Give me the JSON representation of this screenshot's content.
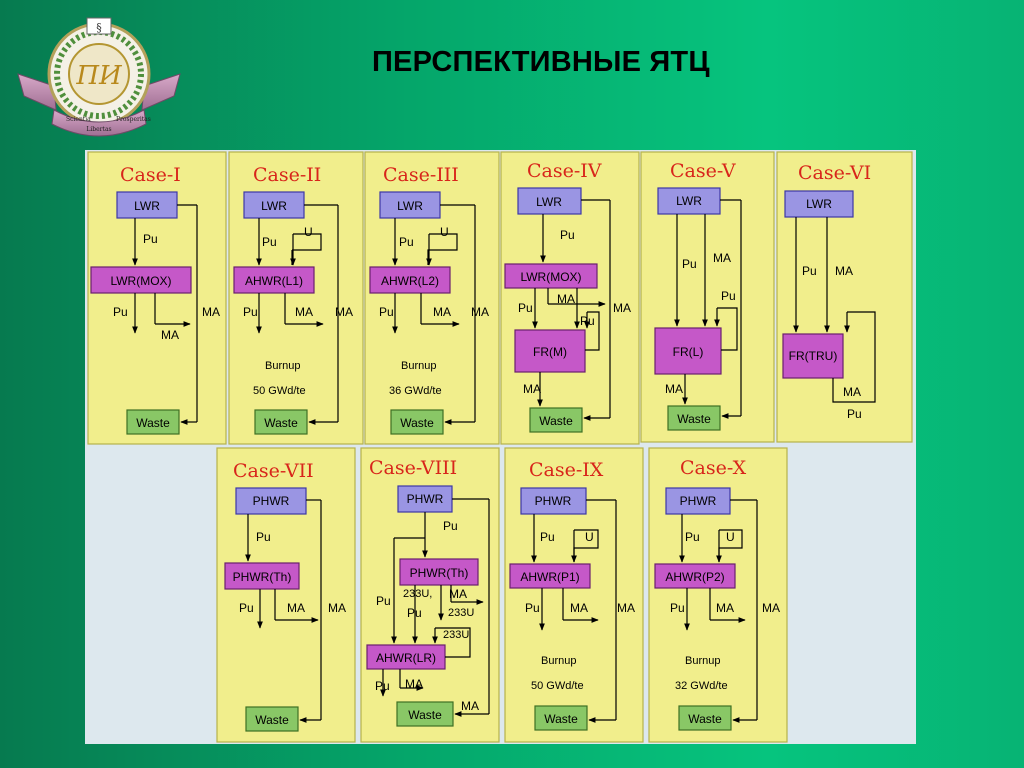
{
  "slide": {
    "title": "ПЕРСПЕКТИВНЫЕ ЯТЦ"
  },
  "logo": {
    "ribbon_left": "Scientia",
    "ribbon_mid": "Libertas",
    "ribbon_right": "Prosperitas",
    "monogram": "ПИ"
  },
  "colors": {
    "panel_fill": "#f1ee8c",
    "blue_box": "#9a95e3",
    "magenta_box": "#c558c8",
    "green_box": "#89c766",
    "title_red": "#d8251b"
  },
  "cases": [
    {
      "title": "Case-I",
      "boxes": [
        "LWR",
        "LWR(MOX)",
        "Waste"
      ],
      "labels": [
        "Pu",
        "Pu",
        "MA",
        "MA"
      ]
    },
    {
      "title": "Case-II",
      "boxes": [
        "LWR",
        "AHWR(L1)",
        "Waste"
      ],
      "labels": [
        "Pu",
        "U",
        "Pu",
        "MA",
        "MA",
        "Burnup",
        "50 GWd/te"
      ]
    },
    {
      "title": "Case-III",
      "boxes": [
        "LWR",
        "AHWR(L2)",
        "Waste"
      ],
      "labels": [
        "Pu",
        "U",
        "Pu",
        "MA",
        "MA",
        "Burnup",
        "36 GWd/te"
      ]
    },
    {
      "title": "Case-IV",
      "boxes": [
        "LWR",
        "LWR(MOX)",
        "FR(M)",
        "Waste"
      ],
      "labels": [
        "Pu",
        "Pu",
        "MA",
        "Pu",
        "MA",
        "MA"
      ]
    },
    {
      "title": "Case-V",
      "boxes": [
        "LWR",
        "FR(L)",
        "Waste"
      ],
      "labels": [
        "Pu",
        "MA",
        "Pu",
        "MA"
      ]
    },
    {
      "title": "Case-VI",
      "boxes": [
        "LWR",
        "FR(TRU)"
      ],
      "labels": [
        "Pu",
        "MA",
        "MA",
        "Pu"
      ]
    },
    {
      "title": "Case-VII",
      "boxes": [
        "PHWR",
        "PHWR(Th)",
        "Waste"
      ],
      "labels": [
        "Pu",
        "Pu",
        "MA",
        "MA"
      ]
    },
    {
      "title": "Case-VIII",
      "boxes": [
        "PHWR",
        "PHWR(Th)",
        "AHWR(LR)",
        "Waste"
      ],
      "labels": [
        "Pu",
        "Pu",
        "233U,",
        "MA",
        "Pu",
        "233U",
        "233U",
        "Pu",
        "MA",
        "MA"
      ]
    },
    {
      "title": "Case-IX",
      "boxes": [
        "PHWR",
        "AHWR(P1)",
        "Waste"
      ],
      "labels": [
        "Pu",
        "U",
        "Pu",
        "MA",
        "MA",
        "Burnup",
        "50 GWd/te"
      ]
    },
    {
      "title": "Case-X",
      "boxes": [
        "PHWR",
        "AHWR(P2)",
        "Waste"
      ],
      "labels": [
        "Pu",
        "U",
        "Pu",
        "MA",
        "MA",
        "Burnup",
        "32 GWd/te"
      ]
    }
  ]
}
